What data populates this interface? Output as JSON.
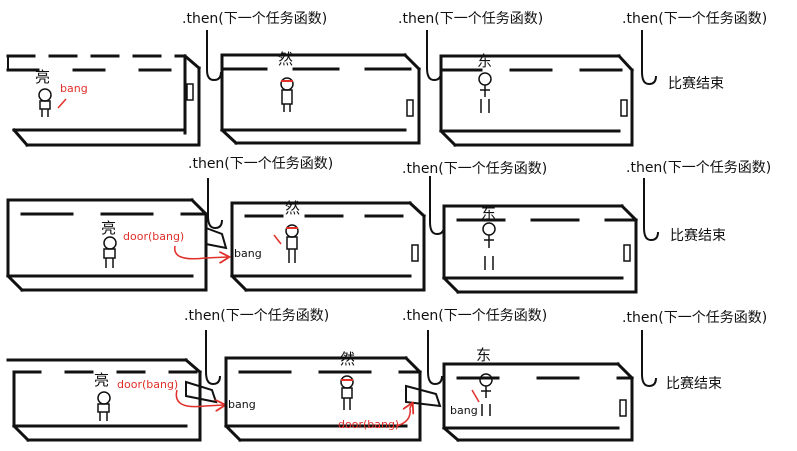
{
  "then_label": ".then(下一个任务函数)",
  "end_label": "比赛结束",
  "runners": [
    "亮",
    "然",
    "东"
  ],
  "action_bang": "bang",
  "action_door": "door(bang)",
  "colors": {
    "stroke": "#111111",
    "accent": "#e0302a"
  },
  "icons": [
    "stick-figure-icon",
    "door-icon",
    "hook-icon",
    "curved-arrow-icon"
  ]
}
